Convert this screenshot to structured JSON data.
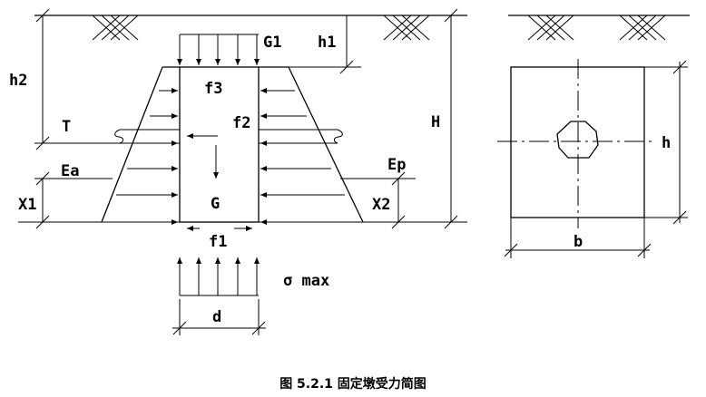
{
  "labels": {
    "G1": "G1",
    "h1": "h1",
    "h2": "h2",
    "f3": "f3",
    "T": "T",
    "f2": "f2",
    "H": "H",
    "Ea": "Ea",
    "Ep": "Ep",
    "G": "G",
    "X1": "X1",
    "X2": "X2",
    "f1": "f1",
    "sigma_max": "σ max",
    "d": "d",
    "h": "h",
    "b": "b"
  },
  "caption": "图 5.2.1  固定墩受力简图"
}
